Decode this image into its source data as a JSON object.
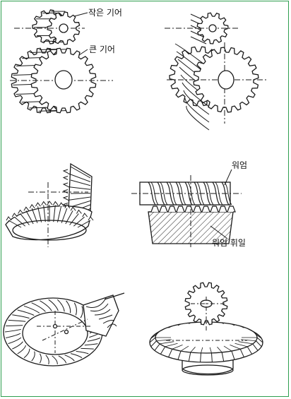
{
  "colors": {
    "border": "#2e9e4f",
    "ink": "#1a1a1a",
    "paper": "#ffffff"
  },
  "labels": {
    "small_gear": "작은 기어",
    "large_gear": "큰 기어",
    "worm": "워엄",
    "worm_wheel": "워엄 휘일"
  },
  "figures": [
    {
      "name": "spur-gears"
    },
    {
      "name": "helical-gears"
    },
    {
      "name": "bevel-gears"
    },
    {
      "name": "worm-gear"
    },
    {
      "name": "spiral-bevel-gears"
    },
    {
      "name": "crown-and-pinion"
    }
  ]
}
